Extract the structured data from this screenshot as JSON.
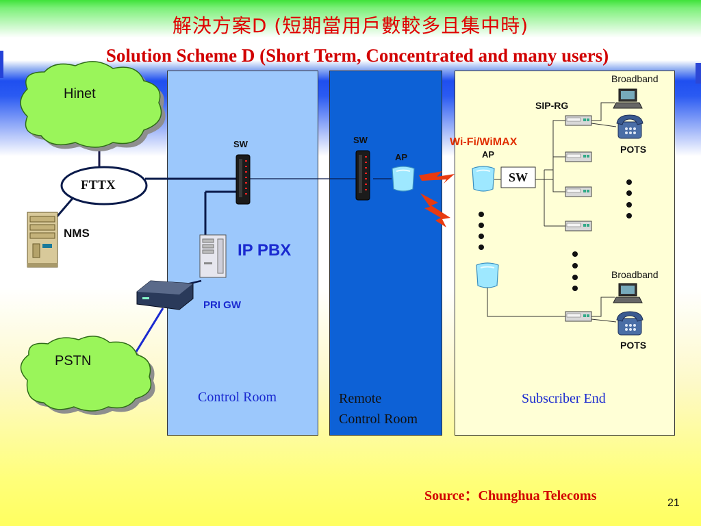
{
  "title_cn": "解決方案D (短期當用戶數較多且集中時)",
  "title_en": "Solution Scheme D (Short Term, Concentrated and many users)",
  "clouds": {
    "hinet": "Hinet",
    "pstn": "PSTN"
  },
  "fttx": "FTTX",
  "nms": "NMS",
  "control_room": {
    "sw": "SW",
    "ip_pbx": "IP PBX",
    "pri_gw": "PRI GW",
    "label": "Control Room"
  },
  "remote_room": {
    "sw": "SW",
    "ap": "AP",
    "label_line1": "Remote",
    "label_line2": "Control Room"
  },
  "wireless": "Wi-Fi/WiMAX",
  "subscriber": {
    "ap": "AP",
    "sw": "SW",
    "sip_rg": "SIP-RG",
    "broadband_top": "Broadband",
    "pots_top": "POTS",
    "broadband_bottom": "Broadband",
    "pots_bottom": "POTS",
    "label": "Subscriber End"
  },
  "source": "Source：Chunghua Telecoms",
  "page_number": "21",
  "colors": {
    "title": "#e00000",
    "wireless": "#e03000",
    "label_blue": "#1a2ad0",
    "line_blue": "#1a2ad0",
    "line_navy": "#0a1a4a"
  }
}
